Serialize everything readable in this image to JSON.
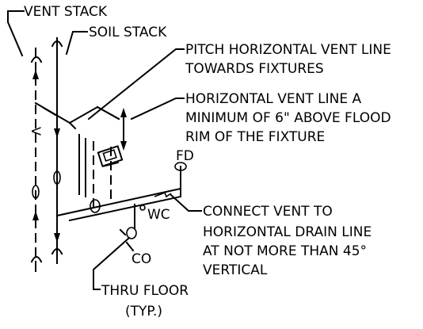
{
  "labels": {
    "vent_stack": "VENT STACK",
    "soil_stack": "SOIL STACK",
    "pitch_1": "PITCH HORIZONTAL VENT LINE",
    "pitch_2": "TOWARDS FIXTURES",
    "horiz_1": "HORIZONTAL VENT LINE A",
    "horiz_2": "MINIMUM OF 6\" ABOVE FLOOD",
    "horiz_3": "RIM OF THE FIXTURE",
    "fd": "FD",
    "wc": "WC",
    "co": "CO",
    "connect_1": "CONNECT VENT TO",
    "connect_2": "HORIZONTAL DRAIN LINE",
    "connect_3": "AT NOT MORE THAN 45°",
    "connect_4": "VERTICAL",
    "thru_1": "THRU FLOOR",
    "thru_2": "(TYP.)",
    "vent_marker": "V"
  }
}
